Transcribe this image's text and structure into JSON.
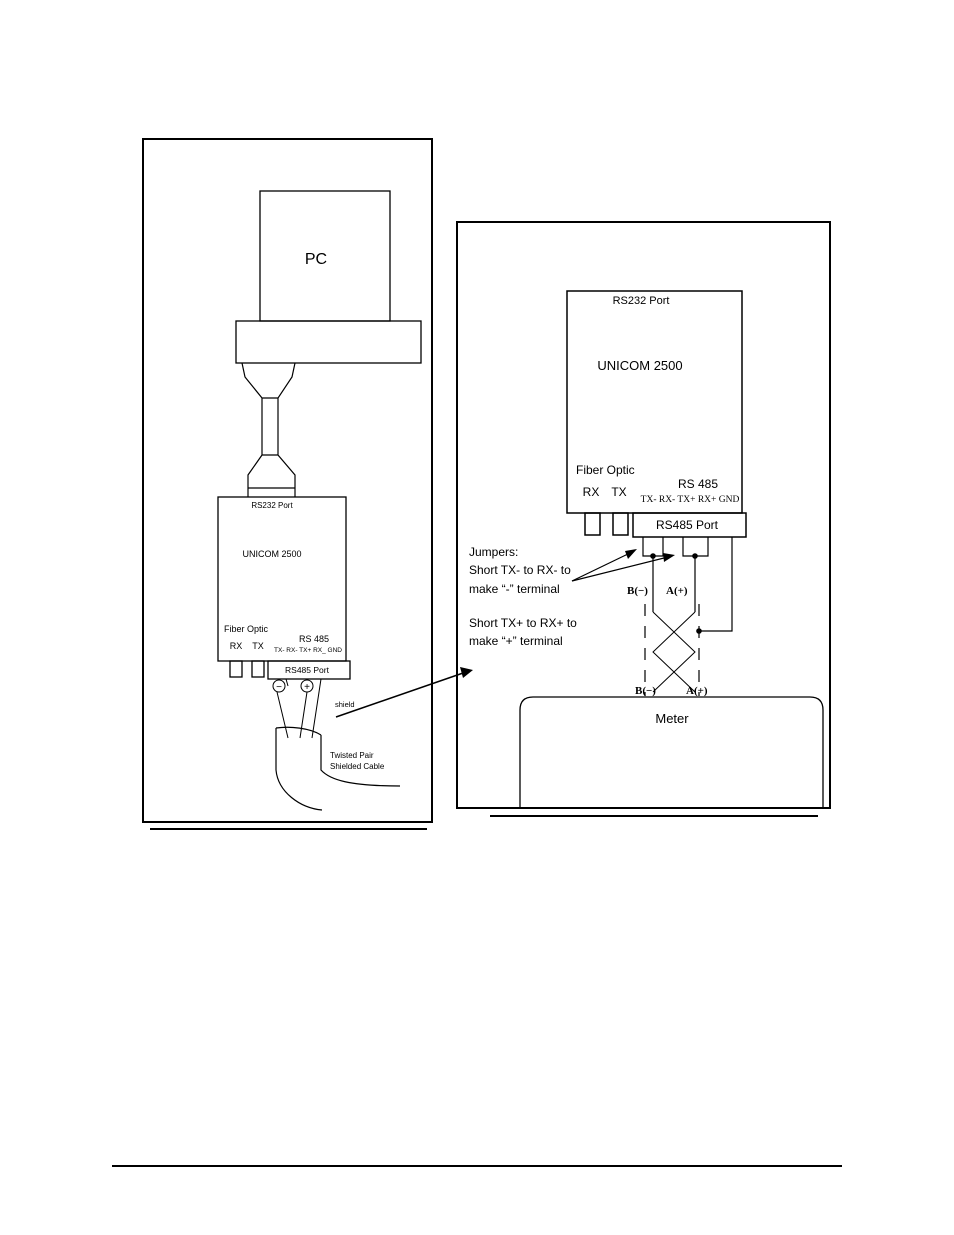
{
  "left_panel": {
    "pc_label": "PC",
    "rs232_port": "RS232 Port",
    "device_name": "UNICOM 2500",
    "fiber_optic": "Fiber Optic",
    "rx": "RX",
    "tx": "TX",
    "rs485": "RS 485",
    "terminals": "TX- RX- TX+ RX_ GND",
    "rs485_port": "RS485 Port",
    "minus": "−",
    "plus": "+",
    "shield": "shield",
    "cable_line1": "Twisted Pair",
    "cable_line2": "Shielded Cable"
  },
  "right_panel": {
    "rs232_port": "RS232 Port",
    "device_name": "UNICOM 2500",
    "fiber_optic": "Fiber Optic",
    "rx": "RX",
    "tx": "TX",
    "rs485": "RS 485",
    "terminals": "TX- RX- TX+ RX+ GND",
    "rs485_port": "RS485 Port",
    "jumpers_title": "Jumpers:",
    "jumper1_line1": "Short TX- to RX- to",
    "jumper1_line2": "make “-” terminal",
    "jumper2_line1": "Short TX+ to RX+ to",
    "jumper2_line2": "make “+” terminal",
    "b_minus": "B(−)",
    "a_plus": "A(+)",
    "meter": "Meter"
  }
}
